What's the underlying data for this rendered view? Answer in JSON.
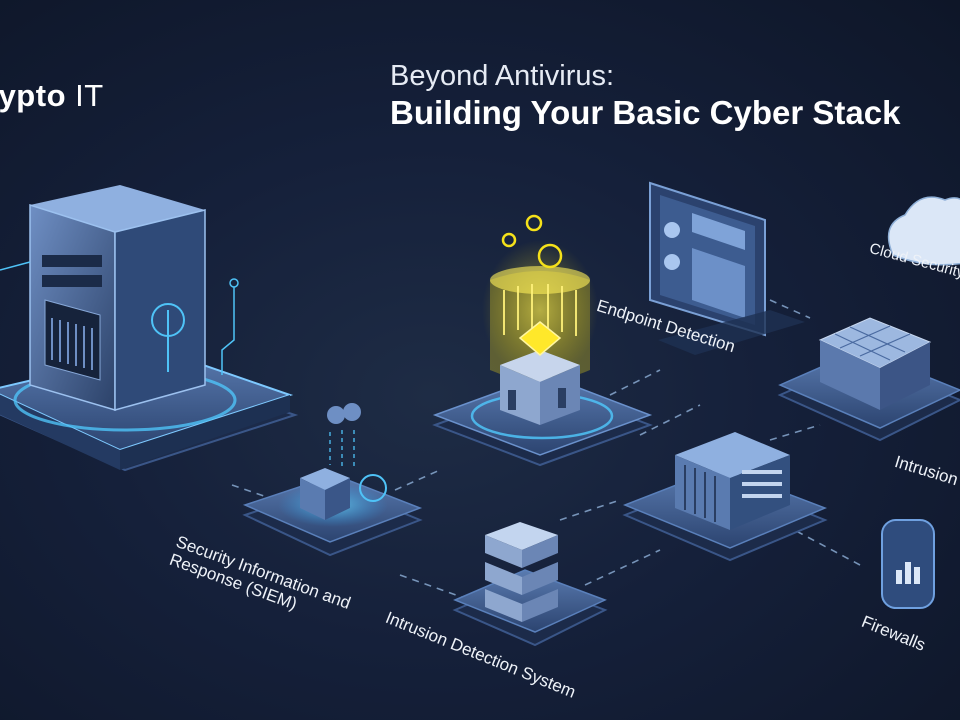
{
  "brand": {
    "name": "rypto",
    "suffix": "IT"
  },
  "title": {
    "subtitle": "Beyond Antivirus:",
    "main": "Building Your Basic Cyber Stack"
  },
  "components": {
    "endpoint": "Endpoint Detection",
    "cloud": "Cloud Security",
    "intrusion_right": "Intrusion",
    "siem": "Security Information and Response (SIEM)",
    "ids": "Intrusion Detection System",
    "firewalls": "Firewalls"
  },
  "colors": {
    "background": "#15203a",
    "accent_glow": "#4fc3f7",
    "highlight": "#f5e11a",
    "platform": "#3f5d8f"
  },
  "icons": [
    "server-icon",
    "cloud-icon",
    "monitor-dashboard-icon",
    "chip-icon",
    "firewall-icon",
    "database-stack-icon",
    "cube-icon",
    "chart-icon"
  ]
}
